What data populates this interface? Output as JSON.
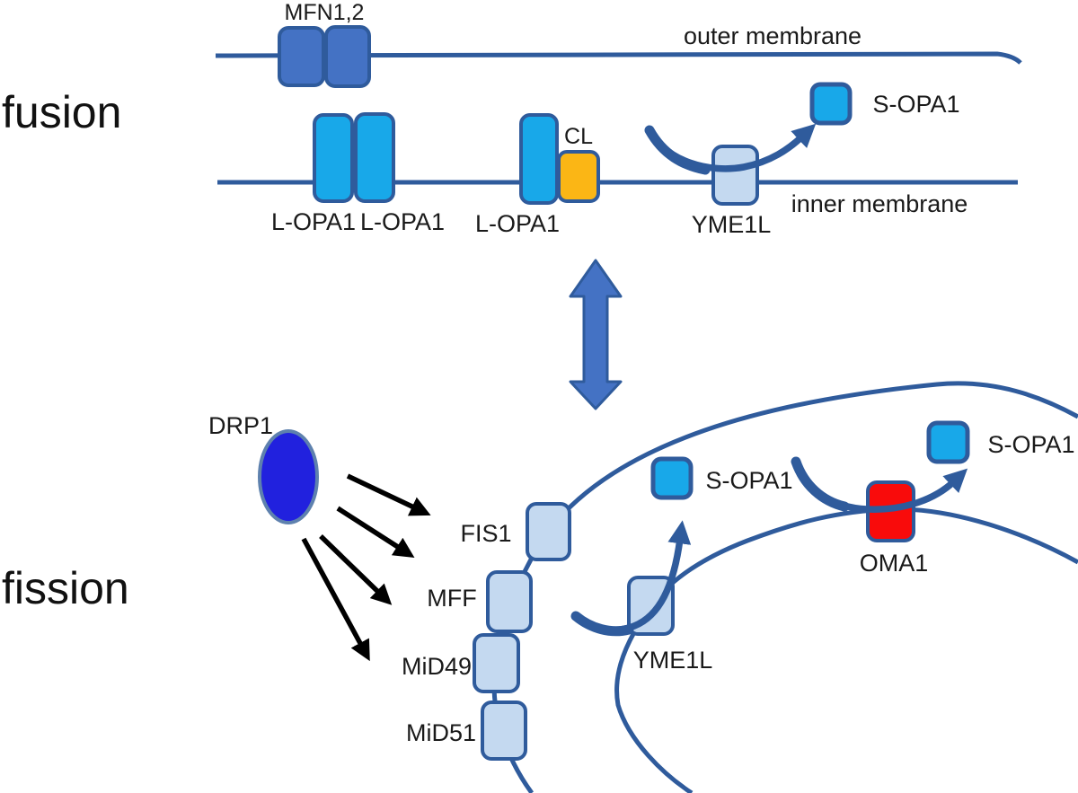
{
  "labels": {
    "fusion": "fusion",
    "fission": "fission",
    "outer_membrane": "outer membrane",
    "inner_membrane": "inner membrane",
    "mfn": "MFN1,2",
    "l_opa1_1": "L-OPA1",
    "l_opa1_2": "L-OPA1",
    "l_opa1_3": "L-OPA1",
    "cl": "CL",
    "yme1l_top": "YME1L",
    "s_opa1_top": "S-OPA1",
    "drp1": "DRP1",
    "fis1": "FIS1",
    "mff": "MFF",
    "mid49": "MiD49",
    "mid51": "MiD51",
    "yme1l_bottom": "YME1L",
    "s_opa1_mid": "S-OPA1",
    "oma1": "OMA1",
    "s_opa1_right": "S-OPA1"
  },
  "colors": {
    "membrane_blue": "#2F5B9C",
    "protein_blue": "#4472C4",
    "cyan": "#18A8E9",
    "pale_blue": "#C4D9F0",
    "orange": "#FBB615",
    "red": "#F90B0B",
    "drp1_blue": "#2121DE",
    "arrow_black": "#000000"
  }
}
